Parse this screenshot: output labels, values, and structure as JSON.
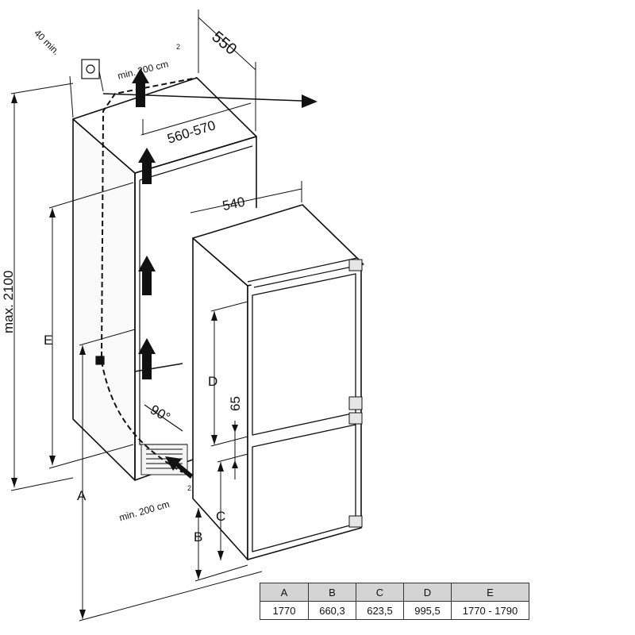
{
  "dimensions": {
    "depth_label": "550",
    "depth_sup": "",
    "niche_width": "560-570",
    "appliance_width": "540",
    "max_height": "max. 2100",
    "min_gap_top": "40 min.",
    "vent_top": "min. 200 cm",
    "vent_bottom": "min. 200 cm",
    "vent_unit_exp": "2",
    "door_gap": "65",
    "door_angle": "90°"
  },
  "letters": {
    "A": "A",
    "B": "B",
    "C": "C",
    "D": "D",
    "E": "E"
  },
  "table": {
    "headers": [
      "A",
      "B",
      "C",
      "D",
      "E"
    ],
    "values": [
      "1770",
      "660,3",
      "623,5",
      "995,5",
      "1770 - 1790"
    ]
  }
}
